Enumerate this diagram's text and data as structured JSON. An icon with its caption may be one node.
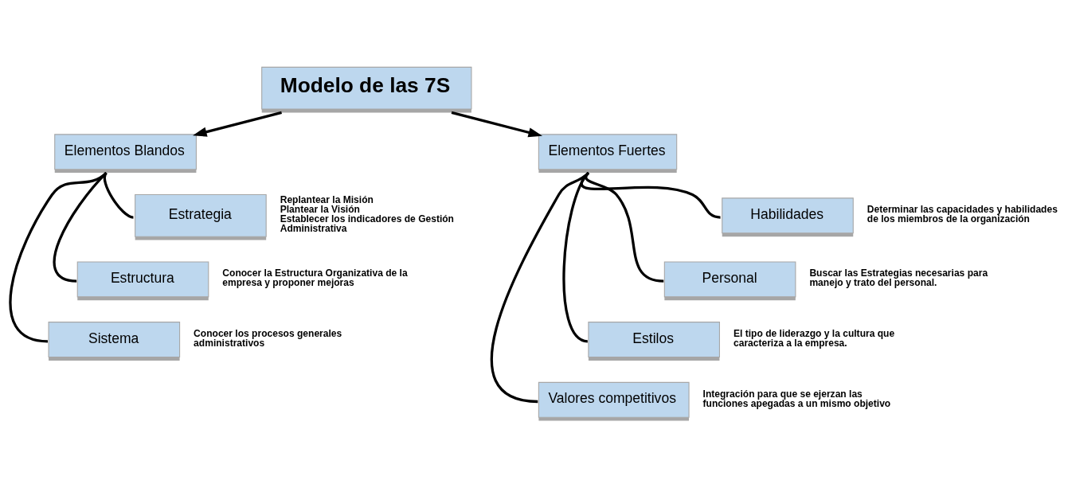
{
  "diagram": {
    "nodes": [
      {
        "text": [
          "Modelo de las 7S"
        ]
      },
      {
        "text": [
          "Elementos Blandos"
        ]
      },
      {
        "text": [
          "Estrategia"
        ],
        "beside": [
          "Replantear la Misión",
          "Plantear la Visión",
          "Establecer los indicadores de Gestión Administrativa"
        ]
      },
      {
        "text": [
          "Estructura"
        ],
        "beside": [
          "Conocer la Estructura Organizativa de la empresa y proponer mejoras"
        ]
      },
      {
        "text": [
          "Sistema"
        ],
        "beside": [
          "Conocer los procesos generales administrativos"
        ]
      },
      {
        "text": [
          "Elementos Fuertes"
        ]
      },
      {
        "text": [
          "Habilidades"
        ],
        "beside": [
          "Determinar las capacidades y habilidades de los miembros de la organización"
        ]
      },
      {
        "text": [
          "Personal"
        ],
        "beside": [
          "Buscar las Estrategias necesarias para manejo y trato del personal."
        ]
      },
      {
        "text": [
          "Estilos"
        ],
        "beside": [
          "El tipo de liderazgo y la cultura que caracteriza a la empresa."
        ]
      },
      {
        "text": [
          "Valores competitivos"
        ],
        "beside": [
          "Integración para que se ejerzan las funciones apegadas a un mismo objetivo"
        ]
      }
    ],
    "edges": [
      {
        "from": 0,
        "to": 1,
        "arrow": "to"
      },
      {
        "from": 0,
        "to": 5,
        "arrow": "to"
      },
      {
        "from": 1,
        "to": 2,
        "arrow": "none"
      },
      {
        "from": 1,
        "to": 3,
        "arrow": "none"
      },
      {
        "from": 1,
        "to": 4,
        "arrow": "none"
      },
      {
        "from": 5,
        "to": 6,
        "arrow": "none"
      },
      {
        "from": 5,
        "to": 7,
        "arrow": "none"
      },
      {
        "from": 5,
        "to": 8,
        "arrow": "none"
      },
      {
        "from": 5,
        "to": 9,
        "arrow": "none"
      }
    ]
  }
}
